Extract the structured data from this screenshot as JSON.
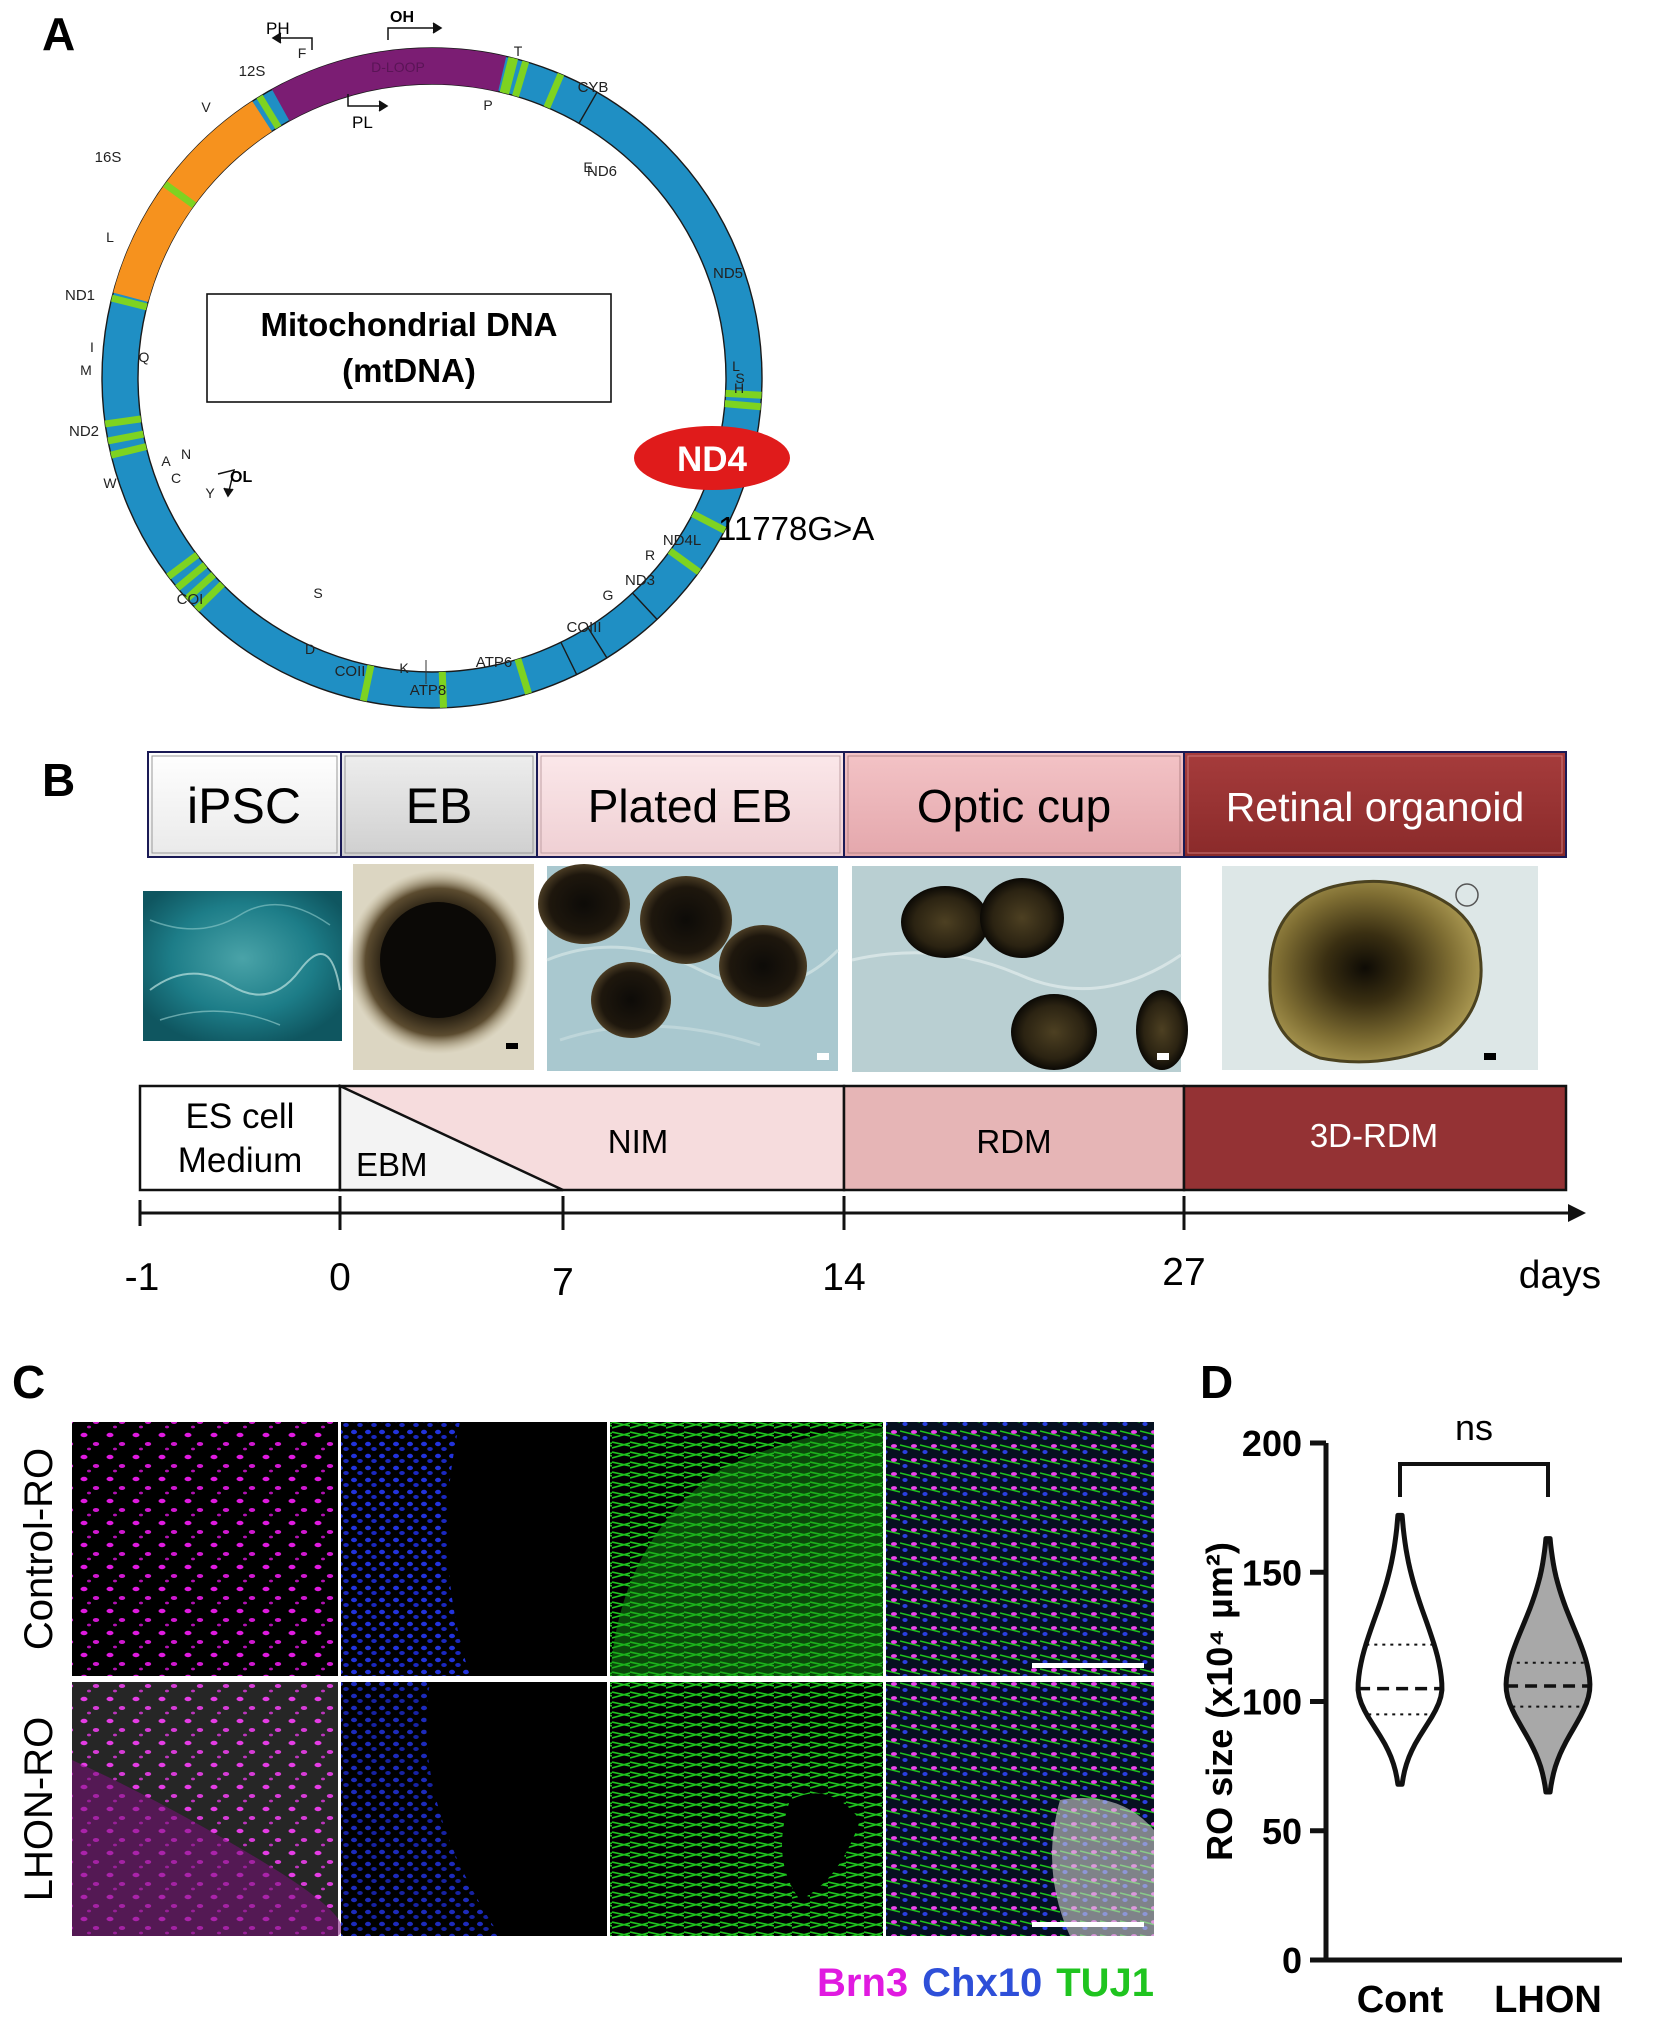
{
  "panels": {
    "A": "A",
    "B": "B",
    "C": "C",
    "D": "D"
  },
  "panel_a": {
    "center_line1": "Mitochondrial DNA",
    "center_line2": "(mtDNA)",
    "dloop": "D-LOOP",
    "oh": "OH",
    "ph": "PH",
    "pl": "PL",
    "ol": "OL",
    "nd4": "ND4",
    "mutation": "11778G>A",
    "genes": [
      "12S",
      "16S",
      "ND1",
      "ND2",
      "COI",
      "COII",
      "ATP8",
      "ATP6",
      "COIII",
      "ND3",
      "ND4L",
      "ND5",
      "ND6",
      "CYB"
    ],
    "trnas": [
      "F",
      "V",
      "L",
      "I",
      "Q",
      "M",
      "W",
      "A",
      "N",
      "C",
      "Y",
      "S",
      "D",
      "K",
      "G",
      "R",
      "H",
      "S",
      "L",
      "E",
      "T",
      "P"
    ],
    "colors": {
      "protein": "#1f8fc4",
      "rrna": "#f6921e",
      "dloop": "#7b1d73",
      "trna": "#7ed321",
      "nd4": "#e01b1b"
    }
  },
  "panel_b": {
    "stages": [
      "iPSC",
      "EB",
      "Plated EB",
      "Optic cup",
      "Retinal organoid"
    ],
    "media": {
      "es1": "ES cell",
      "es2": "Medium",
      "ebm": "EBM",
      "nim": "NIM",
      "rdm": "RDM",
      "rdm3d": "3D-RDM"
    },
    "timeline": {
      "ticks": [
        "-1",
        "0",
        "7",
        "14",
        "27"
      ],
      "unit": "days"
    }
  },
  "panel_c": {
    "rows": [
      "Control-RO",
      "LHON-RO"
    ],
    "channels": [
      "Brn3",
      "Chx10",
      "TUJ1"
    ],
    "colors": {
      "Brn3": "#e01ae0",
      "Chx10": "#2e4fd8",
      "TUJ1": "#1fc41f"
    }
  },
  "chart_data": {
    "type": "violin",
    "categories": [
      "Cont",
      "LHON"
    ],
    "ylabel": "RO size (x10⁴ µm²)",
    "ylim": [
      0,
      200
    ],
    "yticks": [
      0,
      50,
      100,
      150,
      200
    ],
    "significance": "ns",
    "series": [
      {
        "category": "Cont",
        "min": 68,
        "max": 172,
        "median": 105,
        "q1": 95,
        "q3": 122,
        "fill": "#ffffff"
      },
      {
        "category": "LHON",
        "min": 65,
        "max": 163,
        "median": 106,
        "q1": 98,
        "q3": 115,
        "fill": "#a8a8a8"
      }
    ]
  }
}
